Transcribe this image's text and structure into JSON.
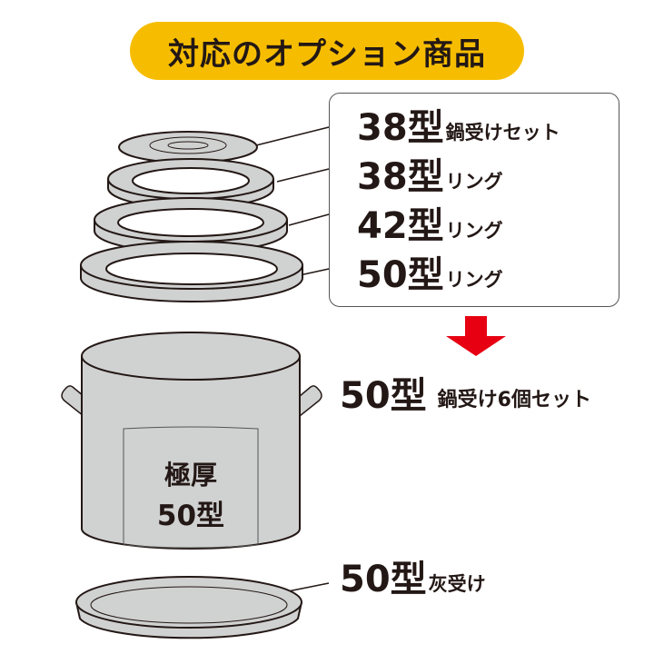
{
  "title": "対応のオプション商品",
  "colors": {
    "title_bg": "#f6bd00",
    "arrow": "#e60012",
    "part_fill": "#d0d1d1",
    "ink": "#231815"
  },
  "options": [
    {
      "size": "38型",
      "name": "鍋受けセット"
    },
    {
      "size": "38型",
      "name": "リング"
    },
    {
      "size": "42型",
      "name": "リング"
    },
    {
      "size": "50型",
      "name": "リング"
    }
  ],
  "arrow_icon": "down-arrow-icon",
  "replaces": {
    "size": "50型",
    "name": "鍋受け6個セット"
  },
  "pot": {
    "line1": "極厚",
    "line2": "50型"
  },
  "ash_tray": {
    "size": "50型",
    "name": "灰受け"
  }
}
